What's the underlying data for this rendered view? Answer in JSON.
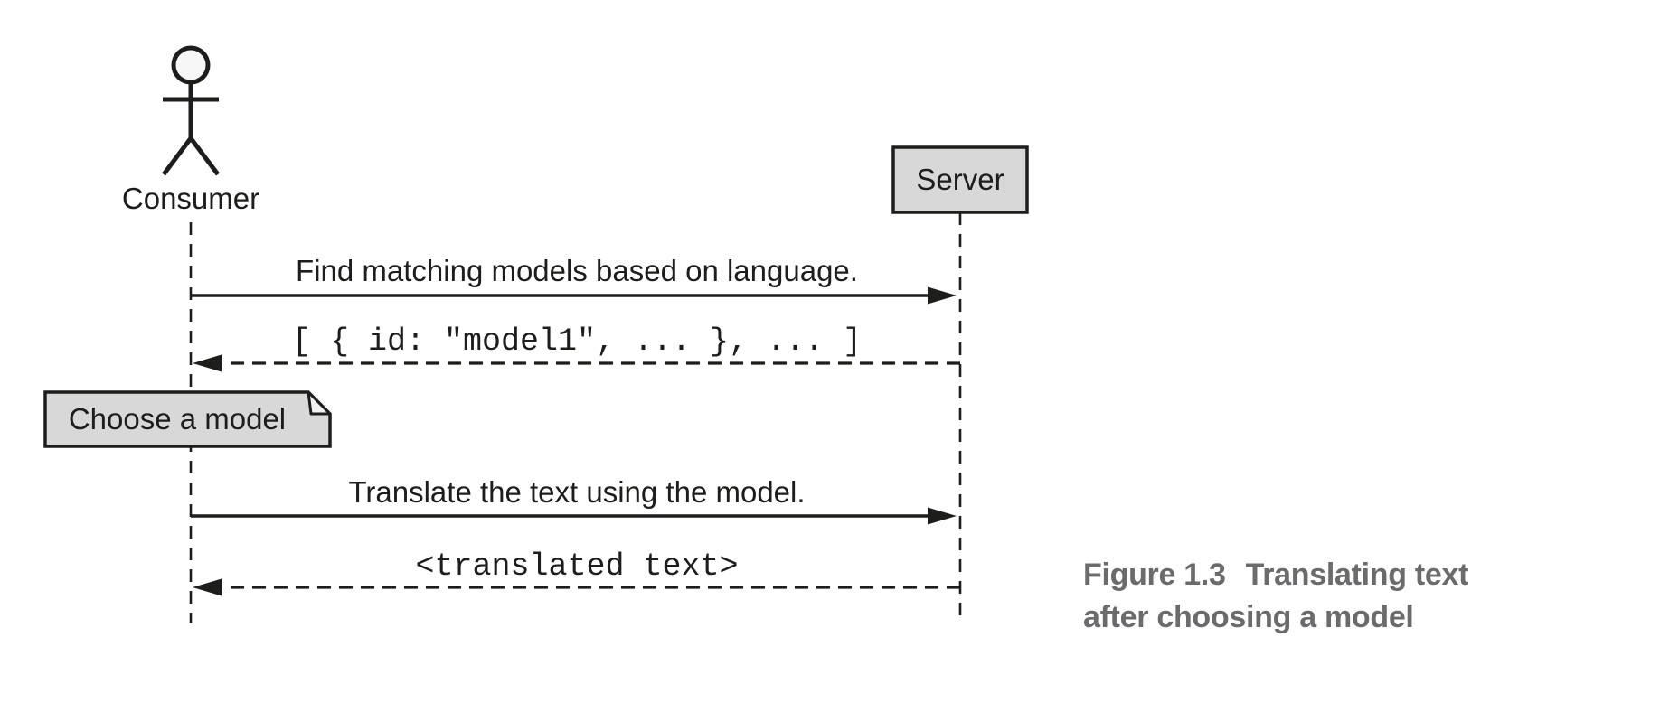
{
  "colors": {
    "line": "#1d1d1b",
    "box_fill": "#d8d8d8",
    "note_fill": "#d8d8d8",
    "fold_fill": "#f2f2f2",
    "head_fill": "#f7f7f7",
    "caption_text": "#6b6b6d"
  },
  "diagram": {
    "actor": {
      "label": "Consumer"
    },
    "server": {
      "label": "Server"
    },
    "note": {
      "label": "Choose a model"
    },
    "messages": [
      {
        "label": "Find matching models based on language.",
        "style": "solid",
        "direction": "consumer-to-server",
        "font": "sans"
      },
      {
        "label": "[ { id: \"model1\", ... }, ... ]",
        "style": "dashed",
        "direction": "server-to-consumer",
        "font": "mono"
      },
      {
        "label": "Translate the text using the model.",
        "style": "solid",
        "direction": "consumer-to-server",
        "font": "sans"
      },
      {
        "label": "<translated text>",
        "style": "dashed",
        "direction": "server-to-consumer",
        "font": "mono"
      }
    ]
  },
  "caption": {
    "figure_label": "Figure 1.3",
    "title_line1": "Translating text",
    "title_line2": "after choosing a model"
  }
}
